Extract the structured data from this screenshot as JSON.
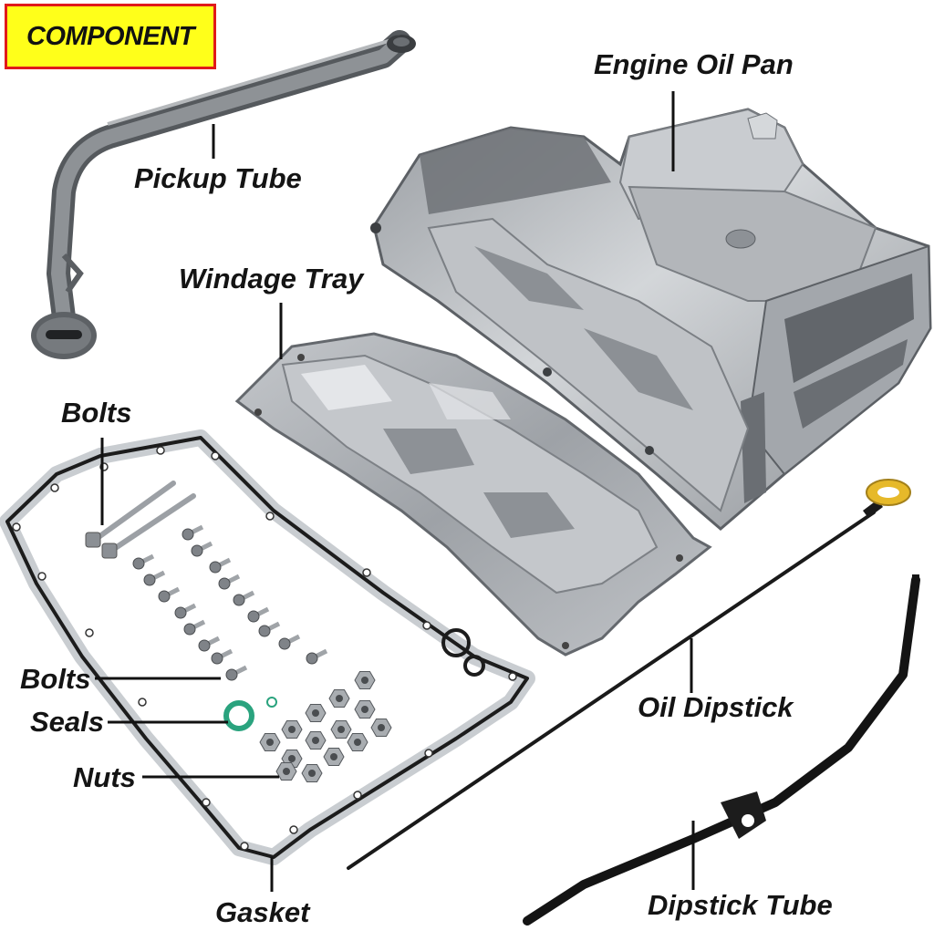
{
  "badge": {
    "text": "COMPONENT",
    "bg_color": "#ffff1a",
    "border_color": "#e01a1a"
  },
  "labels": {
    "engine_oil_pan": "Engine Oil Pan",
    "pickup_tube": "Pickup Tube",
    "windage_tray": "Windage Tray",
    "bolts_long": "Bolts",
    "bolts_short": "Bolts",
    "seals": "Seals",
    "nuts": "Nuts",
    "oil_dipstick": "Oil Dipstick",
    "gasket": "Gasket",
    "dipstick_tube": "Dipstick Tube"
  },
  "colors": {
    "aluminum": "#b9bcc0",
    "tray_metal": "#a7abb0",
    "pickup_tube": "#6f7377",
    "gasket": "#1c1c1c",
    "seal_ring": "#2aa37e",
    "dipstick_handle": "#e6b92a",
    "leader_line": "#111111"
  }
}
